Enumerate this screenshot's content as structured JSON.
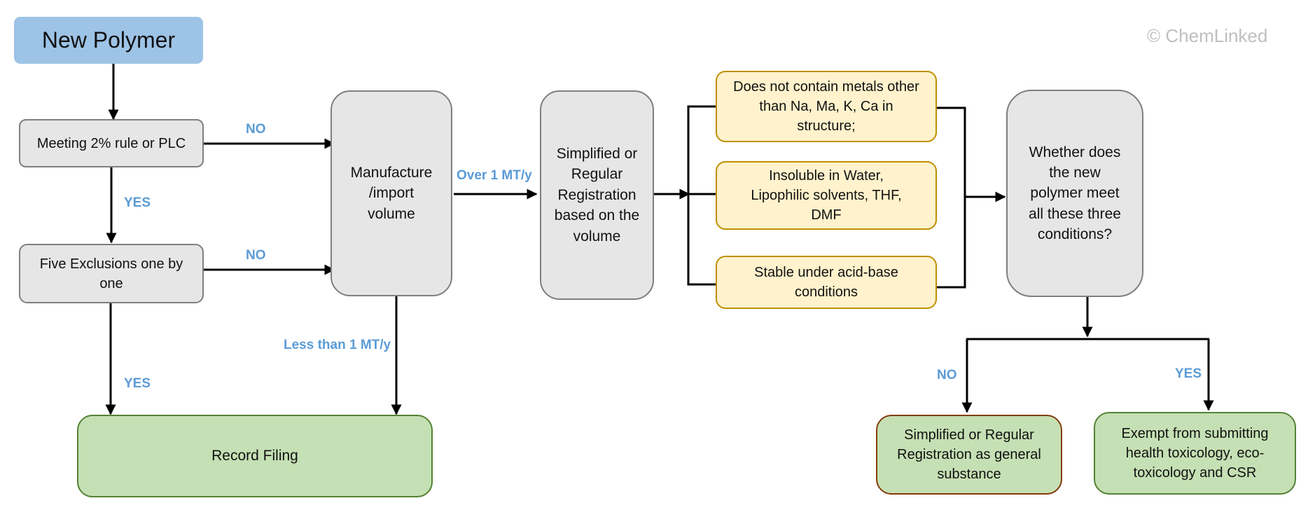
{
  "watermark": "© ChemLinked",
  "nodes": {
    "new_polymer": "New Polymer",
    "meeting_rule": "Meeting 2% rule or PLC",
    "five_exclusions": "Five Exclusions one by one",
    "manufacture_volume": "Manufacture /import volume",
    "simplified_regular": "Simplified or Regular Registration based on the volume",
    "cond_metals": "Does not contain metals other than Na, Ma, K, Ca in structure;",
    "cond_insoluble": "Insoluble in Water, Lipophilic solvents, THF, DMF",
    "cond_stable": "Stable under acid-base conditions",
    "whether_meet": "Whether does the new polymer meet all these three conditions?",
    "record_filing": "Record Filing",
    "general_substance": "Simplified or Regular Registration as general substance",
    "exempt": "Exempt from submitting health toxicology, eco-toxicology and CSR"
  },
  "edge_labels": {
    "no_rule": "NO",
    "yes_rule": "YES",
    "no_exclusions": "NO",
    "yes_exclusions": "YES",
    "over_1mt": "Over 1 MT/y",
    "less_1mt": "Less than 1 MT/y",
    "no_final": "NO",
    "yes_final": "YES"
  },
  "colors": {
    "start_fill": "#9dc3e6",
    "process_fill": "#e7e6e6",
    "process_border": "#7f7f7f",
    "condition_fill": "#fff2cc",
    "condition_border": "#bf9000",
    "outcome_fill": "#c5e0b4",
    "outcome_border": "#548235",
    "outcome_alt_border": "#843c0c",
    "label_blue": "#5b9bd5",
    "connector": "#000000"
  }
}
